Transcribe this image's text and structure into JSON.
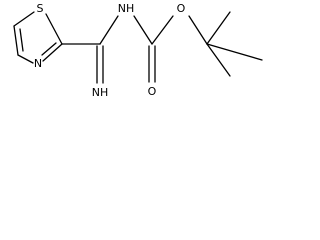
{
  "molecule": {
    "atoms": {
      "sulfur": "S",
      "ring_nitrogen": "N",
      "imine": "NH",
      "amide_nitrogen": "NH",
      "carbonyl_oxygen": "O",
      "ester_oxygen": "O"
    },
    "colors": {
      "bond": "#000000",
      "label": "#000000",
      "background": "#ffffff"
    }
  }
}
